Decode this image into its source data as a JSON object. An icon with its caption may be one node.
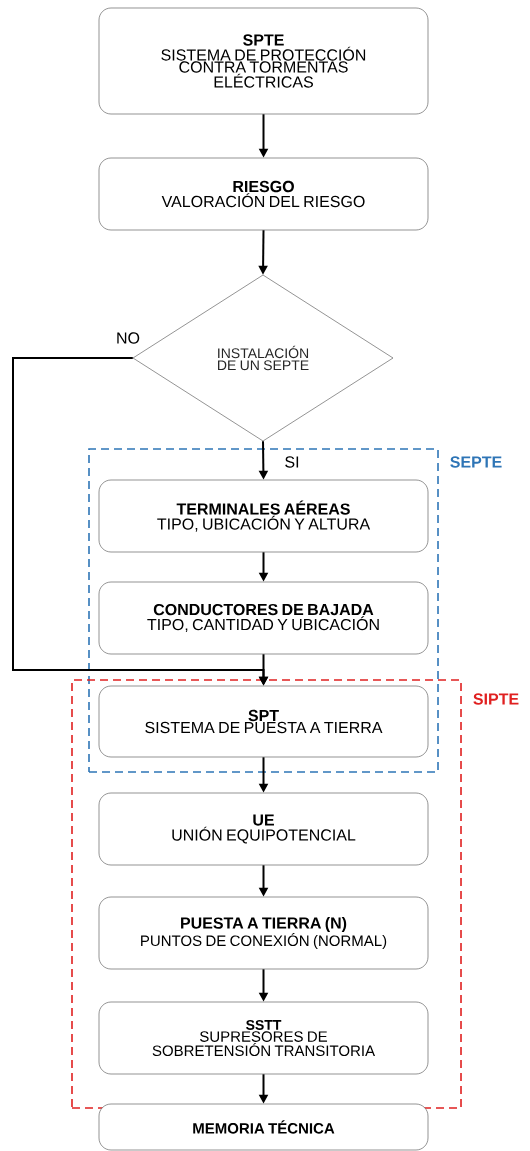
{
  "diagram": {
    "nodes": [
      {
        "text": [
          "SPTE",
          "SISTEMA DE PROTECCIÓN CONTRA TORMENTAS ELÉCTRICAS"
        ]
      },
      {
        "text": [
          "RIESGO",
          "VALORACIÓN DEL RIESGO"
        ]
      },
      {
        "text": [
          "INSTALACIÓN DE UN SEPTE"
        ]
      },
      {
        "text": [
          "SEPTE"
        ]
      },
      {
        "text": [
          "TERMINALES AÉREAS",
          "TIPO, UBICACIÓN Y ALTURA"
        ],
        "in": 3
      },
      {
        "text": [
          "CONDUCTORES DE BAJADA",
          "TIPO, CANTIDAD Y UBICACIÓN"
        ],
        "in": 3
      },
      {
        "text": [
          "SIPTE"
        ]
      },
      {
        "text": [
          "SPT",
          "SISTEMA DE PUESTA A TIERRA"
        ]
      },
      {
        "text": [
          "UE",
          "UNIÓN EQUIPOTENCIAL"
        ],
        "in": 6
      },
      {
        "text": [
          "PUESTA A TIERRA (N)",
          "PUNTOS DE CONEXIÓN (NORMAL)"
        ],
        "in": 6
      },
      {
        "text": [
          "SSTT",
          "SUPRESORES DE SOBRETENSIÓN TRANSITORIA"
        ],
        "in": 6
      },
      {
        "text": [
          "MEMORIA TÉCNICA"
        ]
      }
    ],
    "edges": [
      {
        "from": 0,
        "to": 1,
        "arrow": "to"
      },
      {
        "from": 1,
        "to": 2,
        "arrow": "to"
      },
      {
        "from": 2,
        "to": 4,
        "arrow": "to",
        "label": "SI"
      },
      {
        "from": 2,
        "to": 7,
        "arrow": "to",
        "label": "NO"
      },
      {
        "from": 4,
        "to": 5,
        "arrow": "to"
      },
      {
        "from": 5,
        "to": 7,
        "arrow": "to"
      },
      {
        "from": 7,
        "to": 8,
        "arrow": "to"
      },
      {
        "from": 8,
        "to": 9,
        "arrow": "to"
      },
      {
        "from": 9,
        "to": 10,
        "arrow": "to"
      },
      {
        "from": 10,
        "to": 11,
        "arrow": "to"
      }
    ]
  }
}
